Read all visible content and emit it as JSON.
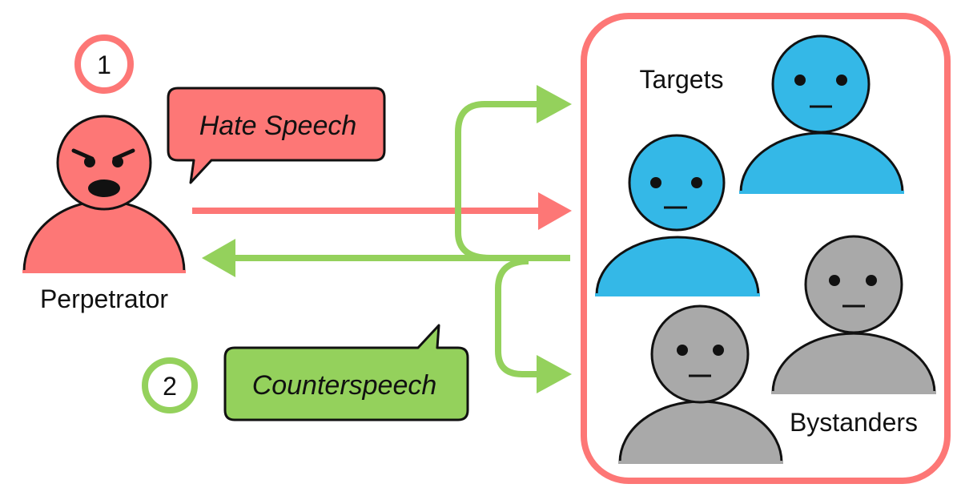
{
  "colors": {
    "hate": "#fd7776",
    "counter": "#94d15c",
    "target": "#34b8e7",
    "bystander": "#a9a9a9",
    "outline": "#111111"
  },
  "steps": {
    "one": "1",
    "two": "2"
  },
  "bubbles": {
    "hate_speech": "Hate Speech",
    "counterspeech": "Counterspeech"
  },
  "people": {
    "perpetrator": "Perpetrator",
    "targets": "Targets",
    "bystanders": "Bystanders"
  }
}
